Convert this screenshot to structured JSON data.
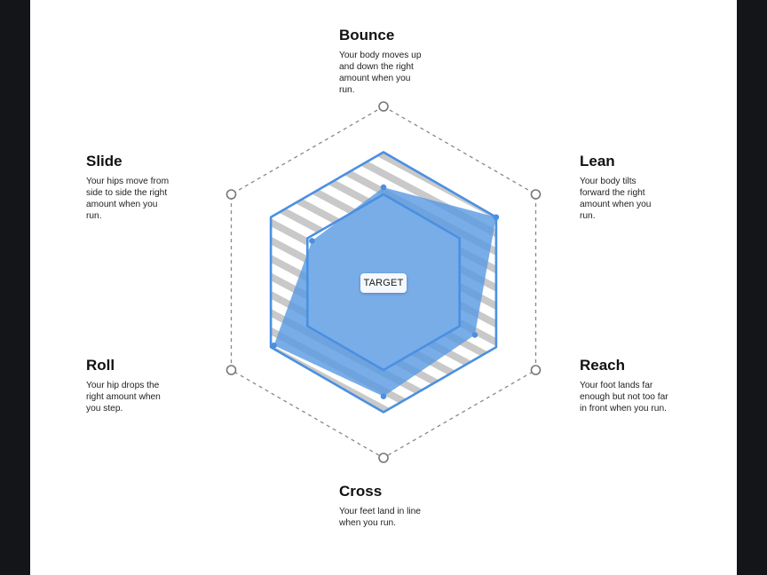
{
  "center_label": "TARGET",
  "axes": [
    {
      "key": "bounce",
      "title": "Bounce",
      "description": "Your body moves up and down the right amount when you run."
    },
    {
      "key": "lean",
      "title": "Lean",
      "description": "Your body tilts forward the right amount when you run."
    },
    {
      "key": "reach",
      "title": "Reach",
      "description": "Your foot lands far enough but not too far in front when you run."
    },
    {
      "key": "cross",
      "title": "Cross",
      "description": "Your feet land in line when you run."
    },
    {
      "key": "roll",
      "title": "Roll",
      "description": "Your hip drops the right amount when you step."
    },
    {
      "key": "slide",
      "title": "Slide",
      "description": "Your hips move from side to side the right amount when you run."
    }
  ],
  "chart_data": {
    "type": "radar",
    "axes": [
      "Bounce",
      "Lean",
      "Reach",
      "Cross",
      "Roll",
      "Slide"
    ],
    "max": 1.0,
    "target_range": {
      "inner": 0.5,
      "outer": 0.74
    },
    "values": [
      0.54,
      0.74,
      0.6,
      0.65,
      0.72,
      0.47
    ],
    "colors": {
      "fill": "#5b9be3",
      "stroke": "#4a90e2",
      "grid": "#888888"
    }
  }
}
